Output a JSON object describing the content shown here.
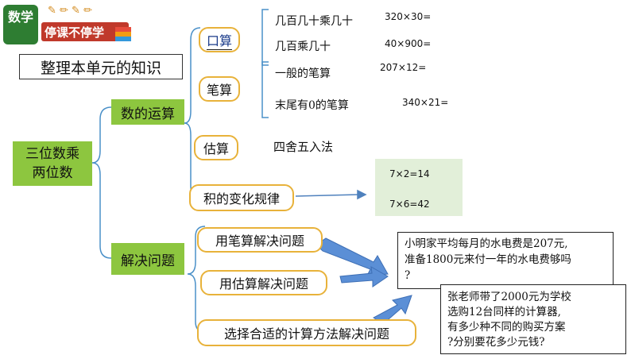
{
  "logo": {
    "badge": "数学",
    "banner": "停课不停学"
  },
  "title": "整理本单元的知识",
  "root": "三位数乘两位数",
  "root_lines": [
    "三位数乘",
    "两位数"
  ],
  "branches": {
    "compute": "数的运算",
    "solve": "解决问题"
  },
  "compute_items": {
    "mental": "口算",
    "written": "笔算",
    "estimate": "估算",
    "product": "积的变化规律"
  },
  "mental_details": [
    {
      "label": "几百几十乘几十",
      "example": "320×30="
    },
    {
      "label": "几百乘几十",
      "example": "40×900="
    }
  ],
  "written_details": [
    {
      "label": "一般的笔算",
      "example": "207×12="
    },
    {
      "label": "末尾有0的笔算",
      "example": "340×21="
    }
  ],
  "estimate_detail": "四舍五入法",
  "product_example": {
    "top": "7×2=14",
    "bottom": "7×6=42"
  },
  "solve_items": [
    "用笔算解决问题",
    "用估算解决问题",
    "选择合适的计算方法解决问题"
  ],
  "problem1_lines": [
    "小明家平均每月的水电费是207元,",
    "准备1800元来付一年的水电费够吗",
    "?"
  ],
  "problem2_lines": [
    "张老师带了2000元为学校",
    "选购12台同样的计算器,",
    "有多少种不同的购买方案",
    "?分别要花多少元钱?"
  ],
  "colors": {
    "green": "#8dc63f",
    "orange": "#e8b23a",
    "blue_arrow": "#4f81bd",
    "bracket": "#4a90c8"
  }
}
